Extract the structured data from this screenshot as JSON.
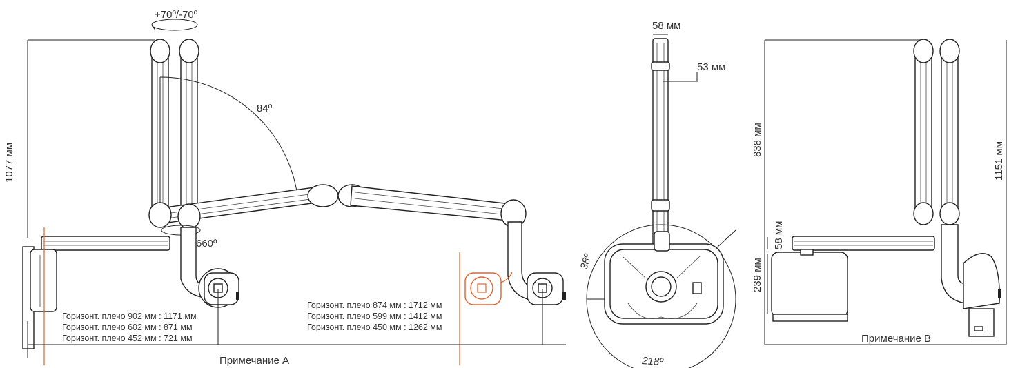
{
  "colors": {
    "line": "#222222",
    "text": "#333333",
    "accent": "#e8602a"
  },
  "view_a": {
    "rotation_label": "+70º/-70º",
    "height_label": "1077 мм",
    "angle_label": "84º",
    "swivel_label": "660º",
    "left_notes": [
      "Горизонт. плечо 902 мм : 1171 мм",
      "Горизонт. плечо 602 мм : 871 мм",
      "Горизонт. плечо 452 мм : 721 мм"
    ],
    "right_notes": [
      "Горизонт. плечо 874 мм : 1712 мм",
      "Горизонт. плечо 599 мм : 1412 мм",
      "Горизонт. плечо 450 мм : 1262 мм"
    ],
    "caption": "Примечание A"
  },
  "view_top": {
    "width_top_label": "58 мм",
    "width_arm_label": "53 мм",
    "angle_left_label": "38º",
    "angle_bottom_label": "218º"
  },
  "view_b": {
    "height_upper_label": "838 мм",
    "height_total_label": "1151 мм",
    "arm_thickness_label": "58 мм",
    "box_height_label": "239 мм",
    "caption": "Примечание B"
  }
}
